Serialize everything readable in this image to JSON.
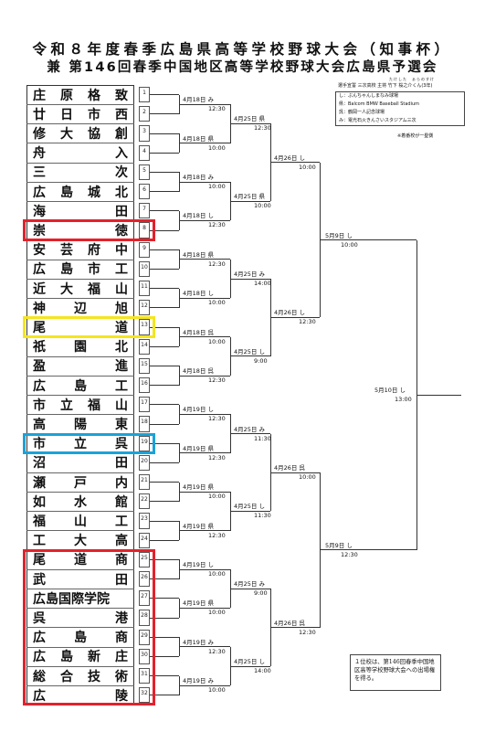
{
  "title": {
    "line1": "令和８年度春季広島県高等学校野球大会（知事杯）",
    "line2": "兼 第146回春季中国地区高等学校野球大会広島県予選会"
  },
  "legend": {
    "ruby": "たけした　ぁらのすけ",
    "header": "選手宣誓 三次高校 主将 竹下 桜之介くん(3年)",
    "items": [
      "し：ぶんちゃんしまなみ球場",
      "県：Balcom BMW Baseball Stadium",
      "呉：鶴岡一人記念球場",
      "み：電光石火きんさいスタジアム三次"
    ],
    "note": "※着番校が一塁側"
  },
  "teams": [
    {
      "num": "1",
      "name": "庄原格致"
    },
    {
      "num": "2",
      "name": "廿日市西"
    },
    {
      "num": "3",
      "name": "修大協創"
    },
    {
      "num": "4",
      "name": "舟入"
    },
    {
      "num": "5",
      "name": "三次"
    },
    {
      "num": "6",
      "name": "広島城北"
    },
    {
      "num": "7",
      "name": "海田"
    },
    {
      "num": "8",
      "name": "崇徳"
    },
    {
      "num": "9",
      "name": "安芸府中"
    },
    {
      "num": "10",
      "name": "広島市工"
    },
    {
      "num": "11",
      "name": "近大福山"
    },
    {
      "num": "12",
      "name": "神辺旭"
    },
    {
      "num": "13",
      "name": "尾道"
    },
    {
      "num": "14",
      "name": "祇園北"
    },
    {
      "num": "15",
      "name": "盈進"
    },
    {
      "num": "16",
      "name": "広島工"
    },
    {
      "num": "17",
      "name": "市立福山"
    },
    {
      "num": "18",
      "name": "高陽東"
    },
    {
      "num": "19",
      "name": "市立呉"
    },
    {
      "num": "20",
      "name": "沼田"
    },
    {
      "num": "21",
      "name": "瀬戸内"
    },
    {
      "num": "22",
      "name": "如水館"
    },
    {
      "num": "23",
      "name": "福山工"
    },
    {
      "num": "24",
      "name": "工大高"
    },
    {
      "num": "25",
      "name": "尾道商"
    },
    {
      "num": "26",
      "name": "武田"
    },
    {
      "num": "27",
      "name": "広島国際学院"
    },
    {
      "num": "28",
      "name": "呉港"
    },
    {
      "num": "29",
      "name": "広島商"
    },
    {
      "num": "30",
      "name": "広島新庄"
    },
    {
      "num": "31",
      "name": "総合技術"
    },
    {
      "num": "32",
      "name": "広陵"
    }
  ],
  "round1": [
    {
      "date": "4月18日 み",
      "time": "12:30"
    },
    {
      "date": "4月18日 県",
      "time": "10:00"
    },
    {
      "date": "4月18日 み",
      "time": "10:00"
    },
    {
      "date": "4月18日 し",
      "time": "12:30"
    },
    {
      "date": "4月18日 県",
      "time": "12:30"
    },
    {
      "date": "4月18日 し",
      "time": "10:00"
    },
    {
      "date": "4月18日 呉",
      "time": "10:00"
    },
    {
      "date": "4月18日 呉",
      "time": "12:30"
    },
    {
      "date": "4月19日 し",
      "time": "12:30"
    },
    {
      "date": "4月19日 県",
      "time": "12:30"
    },
    {
      "date": "4月19日 県",
      "time": "10:00"
    },
    {
      "date": "4月19日 県",
      "time": "12:30"
    },
    {
      "date": "4月19日 し",
      "time": "10:00"
    },
    {
      "date": "4月19日 県",
      "time": "10:00"
    },
    {
      "date": "4月19日 み",
      "time": "12:30"
    },
    {
      "date": "4月19日 み",
      "time": "10:00"
    }
  ],
  "round2": [
    {
      "date": "4月25日 県",
      "time": "12:30"
    },
    {
      "date": "4月25日 県",
      "time": "10:00"
    },
    {
      "date": "4月25日 み",
      "time": "14:00"
    },
    {
      "date": "4月25日 し",
      "time": "9:00"
    },
    {
      "date": "4月25日 み",
      "time": "11:30"
    },
    {
      "date": "4月25日 し",
      "time": "11:30"
    },
    {
      "date": "4月25日 み",
      "time": "9:00"
    },
    {
      "date": "4月25日 し",
      "time": "14:00"
    }
  ],
  "round3": [
    {
      "date": "4月26日 し",
      "time": "10:00"
    },
    {
      "date": "4月26日 し",
      "time": "12:30"
    },
    {
      "date": "4月26日 呉",
      "time": "10:00"
    },
    {
      "date": "4月26日 呉",
      "time": "12:30"
    }
  ],
  "semis": [
    {
      "date": "5月9日 し",
      "time": "10:00"
    },
    {
      "date": "5月9日 し",
      "time": "12:30"
    }
  ],
  "final": {
    "date": "5月10日 し",
    "time": "13:00"
  },
  "qualification_note": "１位校は、第146回春季中国地区高等学校野球大会への出場権を得る。",
  "highlights": [
    {
      "start": 8,
      "end": 8,
      "color": "#e3212b"
    },
    {
      "start": 13,
      "end": 13,
      "color": "#f5e51f"
    },
    {
      "start": 19,
      "end": 19,
      "color": "#1aa2d9"
    },
    {
      "start": 25,
      "end": 32,
      "color": "#e3212b"
    }
  ]
}
